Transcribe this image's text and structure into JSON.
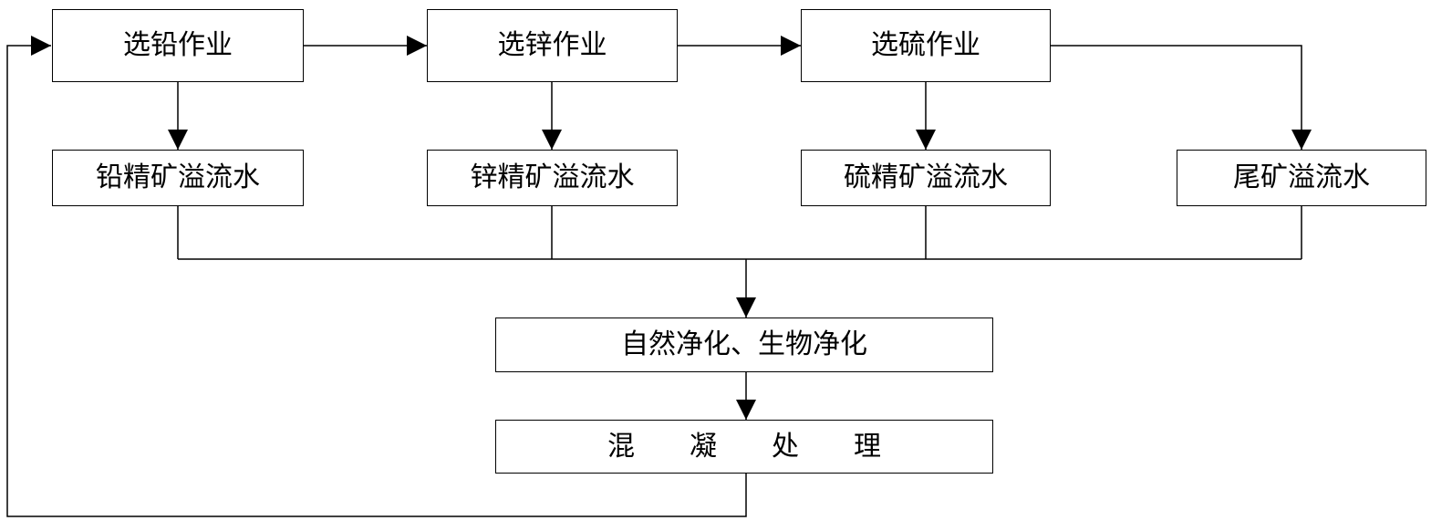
{
  "diagram": {
    "row1": {
      "lead_flotation": "选铅作业",
      "zinc_flotation": "选锌作业",
      "sulfur_flotation": "选硫作业"
    },
    "row2": {
      "lead_concentrate_overflow": "铅精矿溢流水",
      "zinc_concentrate_overflow": "锌精矿溢流水",
      "sulfur_concentrate_overflow": "硫精矿溢流水",
      "tailings_overflow": "尾矿溢流水"
    },
    "purification": "自然净化、生物净化",
    "coagulation": "混凝处理"
  },
  "colors": {
    "line": "#000000",
    "box_fill": "#ffffff",
    "text": "#000000"
  }
}
